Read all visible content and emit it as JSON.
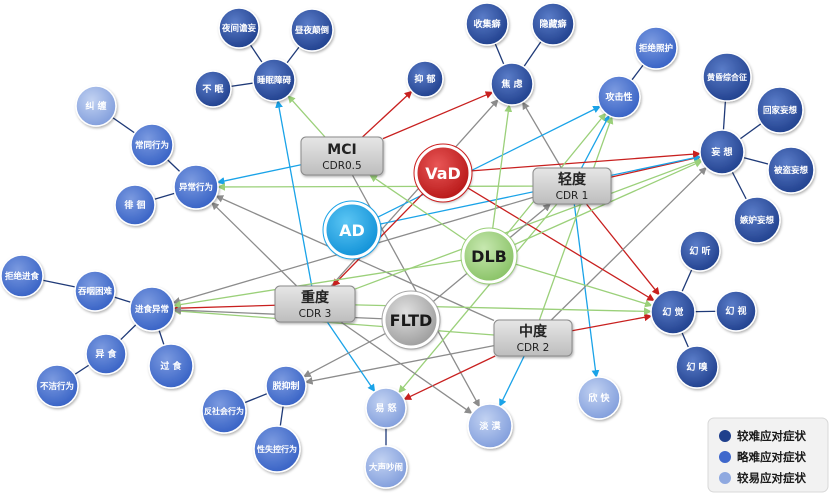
{
  "legend": {
    "items": [
      {
        "label": "较难应对症状",
        "color": "#1f3f8c"
      },
      {
        "label": "略难应对症状",
        "color": "#3f68cc"
      },
      {
        "label": "较易应对症状",
        "color": "#8fa9e0"
      }
    ]
  },
  "diseases": [
    {
      "id": "ad",
      "label": "AD",
      "color": "#1aa3e8"
    },
    {
      "id": "vad",
      "label": "VaD",
      "color": "#cc1e1e"
    },
    {
      "id": "dlb",
      "label": "DLB",
      "color": "#9bd07a"
    },
    {
      "id": "fltd",
      "label": "FLTD",
      "color": "#a6a6a6"
    }
  ],
  "stages": [
    {
      "id": "mci",
      "label": "MCI",
      "sub": "CDR0.5"
    },
    {
      "id": "mild",
      "label": "轻度",
      "sub": "CDR 1"
    },
    {
      "id": "moderate",
      "label": "中度",
      "sub": "CDR 2"
    },
    {
      "id": "severe",
      "label": "重度",
      "sub": "CDR 3"
    }
  ],
  "symptoms": [
    {
      "id": "sleep",
      "label": "睡眠障碍",
      "level": "hard"
    },
    {
      "id": "night",
      "label": "夜间谵妄",
      "level": "hard"
    },
    {
      "id": "dayflip",
      "label": "昼夜颠倒",
      "level": "hard"
    },
    {
      "id": "insomnia",
      "label": "不 眠",
      "level": "hard"
    },
    {
      "id": "depress",
      "label": "抑 郁",
      "level": "hard"
    },
    {
      "id": "anxiety",
      "label": "焦 虑",
      "level": "hard"
    },
    {
      "id": "collect",
      "label": "收集癖",
      "level": "hard"
    },
    {
      "id": "hide",
      "label": "隐藏癖",
      "level": "hard"
    },
    {
      "id": "aggress",
      "label": "攻击性",
      "level": "medium"
    },
    {
      "id": "refuse_care",
      "label": "拒绝照护",
      "level": "medium"
    },
    {
      "id": "delusion",
      "label": "妄 想",
      "level": "hard"
    },
    {
      "id": "sundown",
      "label": "黄昏综合征",
      "level": "hard"
    },
    {
      "id": "home",
      "label": "回家妄想",
      "level": "hard"
    },
    {
      "id": "theft",
      "label": "被盗妄想",
      "level": "hard"
    },
    {
      "id": "jealous",
      "label": "嫉妒妄想",
      "level": "hard"
    },
    {
      "id": "abnormal",
      "label": "异常行为",
      "level": "medium"
    },
    {
      "id": "pester",
      "label": "纠 缠",
      "level": "easy"
    },
    {
      "id": "repeat",
      "label": "常同行为",
      "level": "medium"
    },
    {
      "id": "wander",
      "label": "徘 徊",
      "level": "medium"
    },
    {
      "id": "eating",
      "label": "进食异常",
      "level": "medium"
    },
    {
      "id": "refuse_eat",
      "label": "拒绝进食",
      "level": "medium"
    },
    {
      "id": "swallow",
      "label": "吞咽困难",
      "level": "medium"
    },
    {
      "id": "pica",
      "label": "异 食",
      "level": "medium"
    },
    {
      "id": "overeat",
      "label": "过 食",
      "level": "medium"
    },
    {
      "id": "unclean",
      "label": "不洁行为",
      "level": "medium"
    },
    {
      "id": "hallu",
      "label": "幻 觉",
      "level": "hard"
    },
    {
      "id": "hear",
      "label": "幻 听",
      "level": "hard"
    },
    {
      "id": "see",
      "label": "幻 视",
      "level": "hard"
    },
    {
      "id": "smell",
      "label": "幻 嗅",
      "level": "hard"
    },
    {
      "id": "disinhib",
      "label": "脱抑制",
      "level": "medium"
    },
    {
      "id": "antisocial",
      "label": "反社会行为",
      "level": "medium"
    },
    {
      "id": "sexual",
      "label": "性失控行为",
      "level": "medium"
    },
    {
      "id": "irrit",
      "label": "易 怒",
      "level": "easy"
    },
    {
      "id": "shout",
      "label": "大声吵闹",
      "level": "easy"
    },
    {
      "id": "apathy",
      "label": "淡 漠",
      "level": "easy"
    },
    {
      "id": "euphoria",
      "label": "欣 快",
      "level": "easy"
    }
  ],
  "colors": {
    "hard": "#2a4a9a",
    "medium": "#3f68cc",
    "easy": "#8fa9e0",
    "link": "#1f3a78",
    "red": "#c8201f",
    "blue": "#1aa3e8",
    "green": "#9bd07a",
    "gray": "#8c8c8c"
  }
}
